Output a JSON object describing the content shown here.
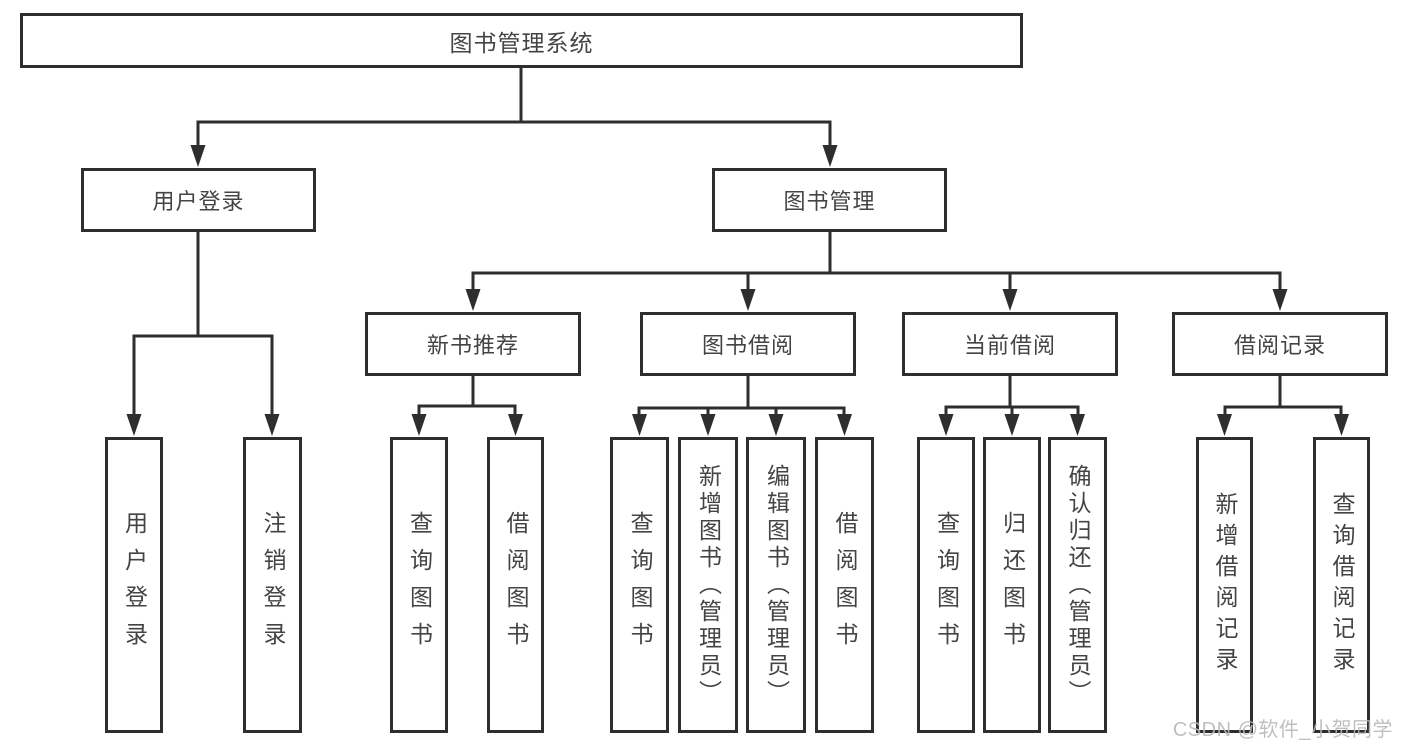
{
  "diagram_type": "hierarchy-tree",
  "colors": {
    "background": "#ffffff",
    "box_border": "#2e2e2e",
    "connector_line": "#2e2e2e",
    "text": "#444444",
    "watermark_text": "#b9b9b9"
  },
  "tree": {
    "label": "图书管理系统",
    "children": [
      {
        "label": "用户登录",
        "children": [
          {
            "label": "用户登录"
          },
          {
            "label": "注销登录"
          }
        ]
      },
      {
        "label": "图书管理",
        "children": [
          {
            "label": "新书推荐",
            "children": [
              {
                "label": "查询图书"
              },
              {
                "label": "借阅图书"
              }
            ]
          },
          {
            "label": "图书借阅",
            "children": [
              {
                "label": "查询图书"
              },
              {
                "label": "新增图书（管理员）"
              },
              {
                "label": "编辑图书（管理员）"
              },
              {
                "label": "借阅图书"
              }
            ]
          },
          {
            "label": "当前借阅",
            "children": [
              {
                "label": "查询图书"
              },
              {
                "label": "归还图书"
              },
              {
                "label": "确认归还（管理员）"
              }
            ]
          },
          {
            "label": "借阅记录",
            "children": [
              {
                "label": "新增借阅记录"
              },
              {
                "label": "查询借阅记录"
              }
            ]
          }
        ]
      }
    ]
  },
  "watermark": {
    "text": "CSDN @软件_小贺同学"
  }
}
